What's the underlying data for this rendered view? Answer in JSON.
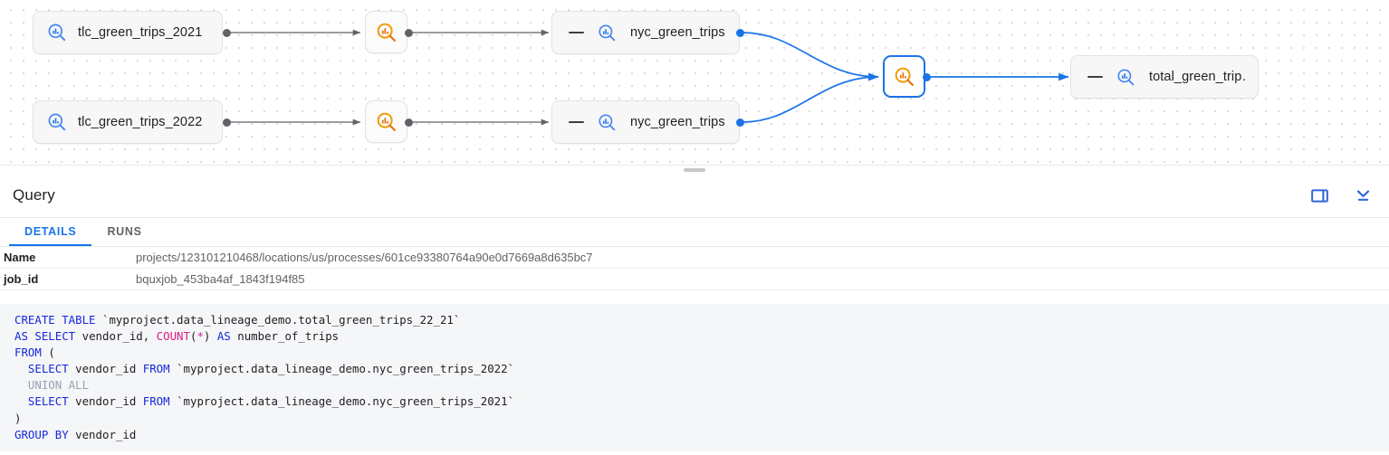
{
  "graph": {
    "nodes": [
      {
        "id": "tlc2021",
        "kind": "dataset-card",
        "label": "tlc_green_trips_2021",
        "icon": "dataset-search-icon-blue",
        "has_dash": false,
        "selected": false
      },
      {
        "id": "tlc2022",
        "kind": "dataset-card",
        "label": "tlc_green_trips_2022",
        "icon": "dataset-search-icon-blue",
        "has_dash": false,
        "selected": false
      },
      {
        "id": "proc1",
        "kind": "process-square",
        "label": "",
        "icon": "process-search-icon-orange",
        "has_dash": false,
        "selected": false
      },
      {
        "id": "proc2",
        "kind": "process-square",
        "label": "",
        "icon": "process-search-icon-orange",
        "has_dash": false,
        "selected": false
      },
      {
        "id": "nyc2021",
        "kind": "dataset-card",
        "label": "nyc_green_trips…",
        "icon": "dataset-search-icon-blue",
        "has_dash": true,
        "selected": false
      },
      {
        "id": "nyc2022",
        "kind": "dataset-card",
        "label": "nyc_green_trips…",
        "icon": "dataset-search-icon-blue",
        "has_dash": true,
        "selected": false
      },
      {
        "id": "procSel",
        "kind": "process-square",
        "label": "",
        "icon": "process-search-icon-orange",
        "has_dash": false,
        "selected": true
      },
      {
        "id": "total",
        "kind": "dataset-card",
        "label": "total_green_trip…",
        "icon": "dataset-search-icon-blue",
        "has_dash": true,
        "selected": false
      }
    ],
    "colors": {
      "edge_gray": "#5f6368",
      "edge_blue": "#1a73e8",
      "selected_border": "#1a73e8",
      "dot_grid": "#dcdcdc"
    }
  },
  "panel": {
    "title": "Query",
    "actions": [
      {
        "name": "split-pane-icon",
        "tooltip": "Split pane"
      },
      {
        "name": "collapse-down-icon",
        "tooltip": "Collapse"
      }
    ],
    "tabs": [
      {
        "label": "DETAILS",
        "active": true
      },
      {
        "label": "RUNS",
        "active": false
      }
    ],
    "details": [
      {
        "key": "Name",
        "value": "projects/123101210468/locations/us/processes/601ce93380764a90e0d7669a8d635bc7"
      },
      {
        "key": "job_id",
        "value": "bquxjob_453ba4af_1843f194f85"
      }
    ],
    "sql_lines": [
      [
        {
          "t": "CREATE TABLE ",
          "c": "kw"
        },
        {
          "t": "`myproject.data_lineage_demo.total_green_trips_22_21`",
          "c": ""
        }
      ],
      [
        {
          "t": "AS SELECT ",
          "c": "kw"
        },
        {
          "t": "vendor_id, ",
          "c": ""
        },
        {
          "t": "COUNT",
          "c": "fn"
        },
        {
          "t": "(",
          "c": ""
        },
        {
          "t": "*",
          "c": "fn"
        },
        {
          "t": ") ",
          "c": ""
        },
        {
          "t": "AS ",
          "c": "kw"
        },
        {
          "t": "number_of_trips",
          "c": ""
        }
      ],
      [
        {
          "t": "FROM ",
          "c": "kw"
        },
        {
          "t": "(",
          "c": ""
        }
      ],
      [
        {
          "t": "  ",
          "c": ""
        },
        {
          "t": "SELECT ",
          "c": "kw"
        },
        {
          "t": "vendor_id ",
          "c": ""
        },
        {
          "t": "FROM ",
          "c": "kw"
        },
        {
          "t": "`myproject.data_lineage_demo.nyc_green_trips_2022`",
          "c": ""
        }
      ],
      [
        {
          "t": "  ",
          "c": ""
        },
        {
          "t": "UNION ALL",
          "c": "dim"
        }
      ],
      [
        {
          "t": "  ",
          "c": ""
        },
        {
          "t": "SELECT ",
          "c": "kw"
        },
        {
          "t": "vendor_id ",
          "c": ""
        },
        {
          "t": "FROM ",
          "c": "kw"
        },
        {
          "t": "`myproject.data_lineage_demo.nyc_green_trips_2021`",
          "c": ""
        }
      ],
      [
        {
          "t": ")",
          "c": ""
        }
      ],
      [
        {
          "t": "GROUP BY ",
          "c": "kw"
        },
        {
          "t": "vendor_id",
          "c": ""
        }
      ]
    ]
  }
}
